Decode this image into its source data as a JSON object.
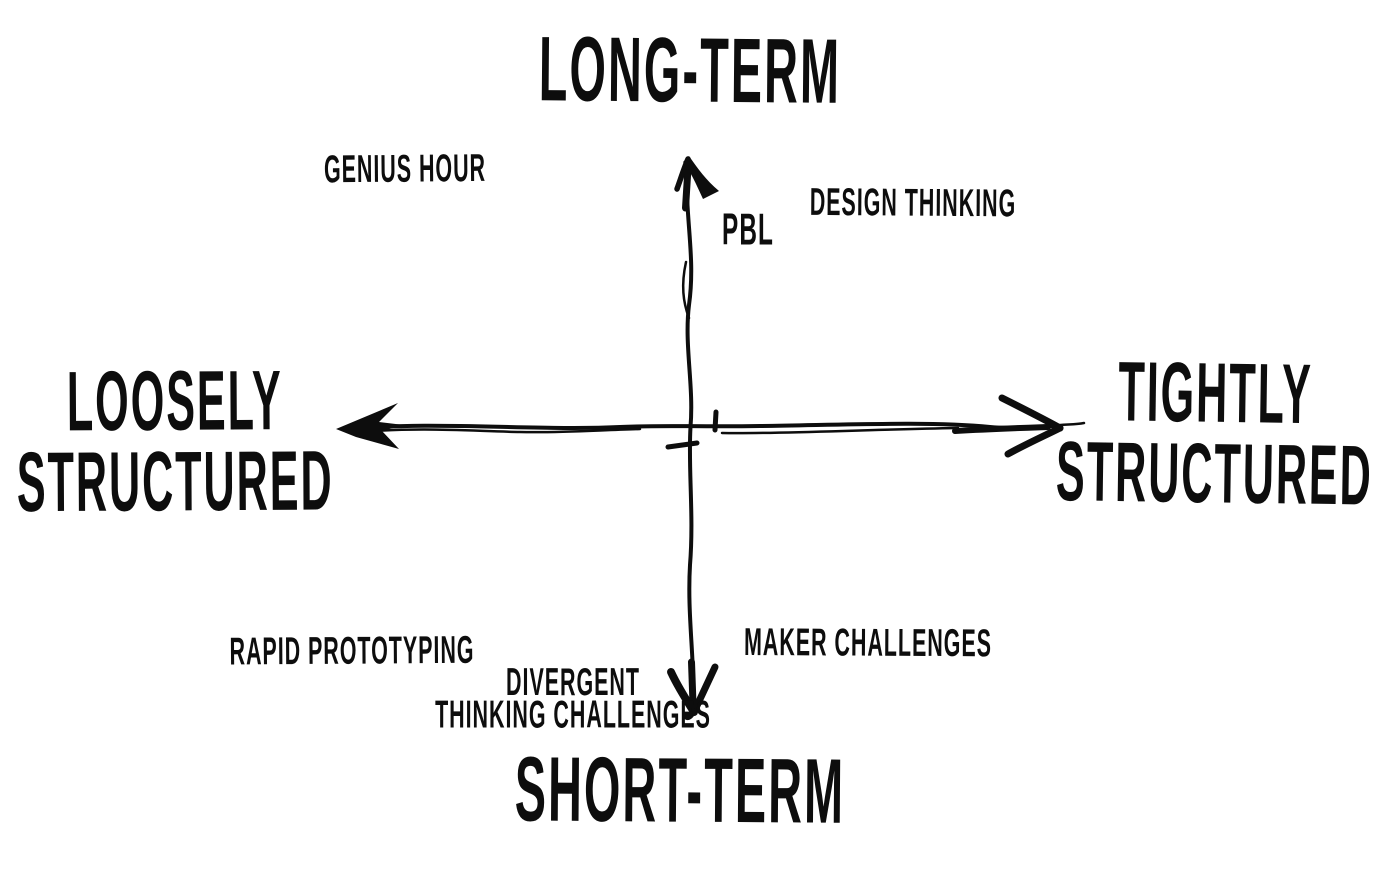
{
  "meta": {
    "background_color": "#ffffff",
    "ink_color": "#0d0d0d",
    "style": "hand-drawn 2x2 quadrant diagram"
  },
  "axes": {
    "top_label": "LONG-TERM",
    "bottom_label": "SHORT-TERM",
    "left_label_line1": "LOOSELY",
    "left_label_line2": "STRUCTURED",
    "right_label_line1": "TIGHTLY",
    "right_label_line2": "STRUCTURED"
  },
  "items": {
    "genius_hour": "GENIUS HOUR",
    "pbl": "PBL",
    "design_thinking": "DESIGN THINKING",
    "rapid_prototyping": "RAPID PROTOTYPING",
    "divergent_thinking_line1": "DIVERGENT",
    "divergent_thinking_line2": "THINKING CHALLENGES",
    "maker_challenges": "MAKER CHALLENGES"
  },
  "item_positions": {
    "genius_hour": "upper-left quadrant",
    "pbl": "upper quadrant near vertical axis",
    "design_thinking": "upper-right quadrant",
    "rapid_prototyping": "lower-left quadrant",
    "divergent_thinking_challenges": "lower quadrant left of vertical axis",
    "maker_challenges": "lower-right quadrant"
  }
}
